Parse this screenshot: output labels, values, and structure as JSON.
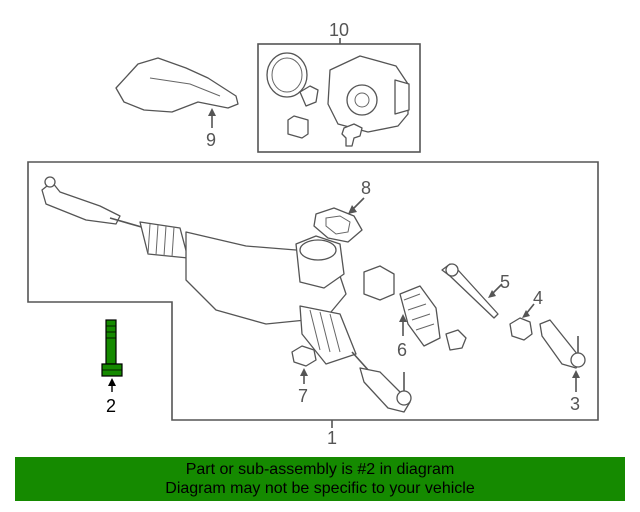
{
  "callouts": {
    "p1": "1",
    "p2": "2",
    "p3": "3",
    "p4": "4",
    "p5": "5",
    "p6": "6",
    "p7": "7",
    "p8": "8",
    "p9": "9",
    "p10": "10"
  },
  "highlight_color": "#158a00",
  "banner": {
    "line1": "Part or sub-assembly is #2 in diagram",
    "line2": "Diagram may not be specific to your vehicle"
  }
}
